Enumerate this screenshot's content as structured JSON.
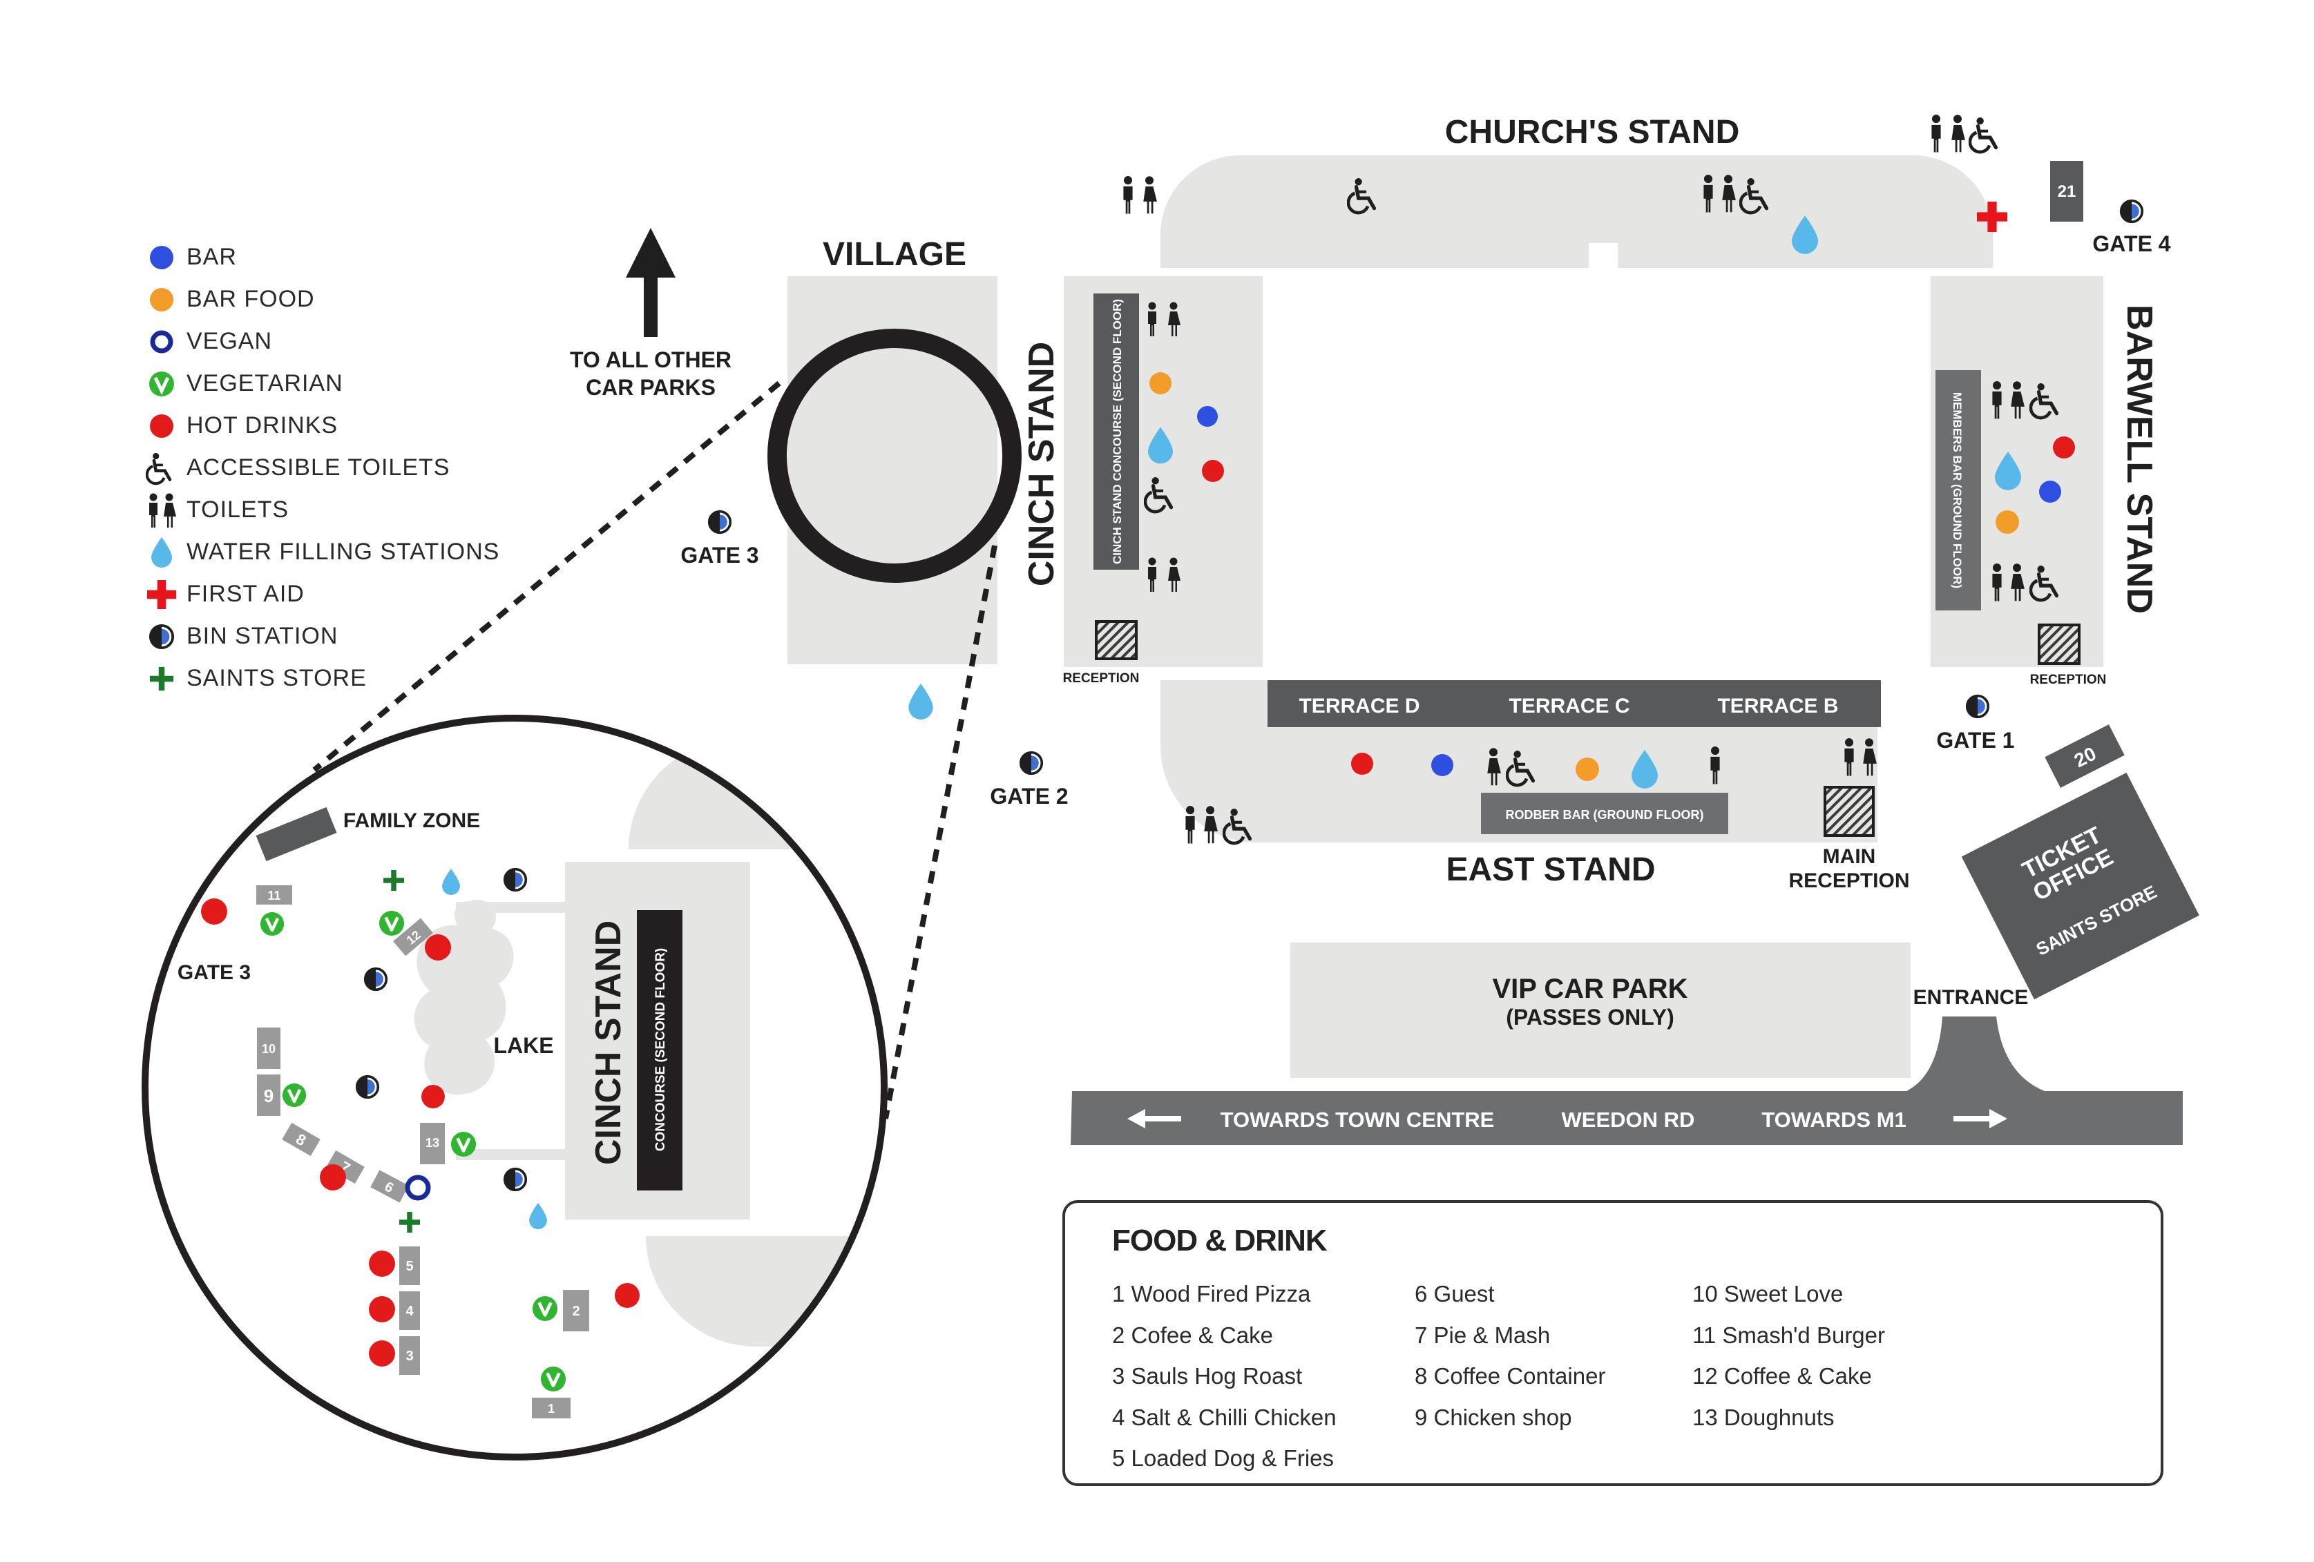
{
  "colors": {
    "bar": "#2f4fe0",
    "bar_food": "#f39c2a",
    "vegan_ring": "#1a2a9a",
    "vegetarian": "#2fb52f",
    "hot_drinks": "#e21a1a",
    "water": "#58b8ea",
    "first_aid": "#e8141c",
    "saints_store": "#1d7a2a",
    "stand_grey": "#e5e5e4",
    "dark_grey": "#58595b",
    "road_grey": "#6d6e6f"
  },
  "legend": [
    {
      "icon": "bar-dot",
      "label": "BAR"
    },
    {
      "icon": "bar-food-dot",
      "label": "BAR FOOD"
    },
    {
      "icon": "vegan-ring",
      "label": "VEGAN"
    },
    {
      "icon": "vegetarian-v",
      "label": "VEGETARIAN"
    },
    {
      "icon": "hot-drinks-dot",
      "label": "HOT DRINKS"
    },
    {
      "icon": "accessible-toilet-icon",
      "label": "ACCESSIBLE TOILETS"
    },
    {
      "icon": "toilets-icon",
      "label": "TOILETS"
    },
    {
      "icon": "water-drop-icon",
      "label": "WATER FILLING STATIONS"
    },
    {
      "icon": "first-aid-cross-icon",
      "label": "FIRST AID"
    },
    {
      "icon": "bin-station-icon",
      "label": "BIN STATION"
    },
    {
      "icon": "saints-store-icon",
      "label": "SAINTS STORE"
    }
  ],
  "map": {
    "churchs_stand": "CHURCH'S STAND",
    "cinch_stand": "CINCH STAND",
    "cinch_concourse": "CINCH STAND CONCOURSE (SECOND FLOOR)",
    "barwell_stand": "BARWELL STAND",
    "members_bar": "MEMBERS BAR (GROUND FLOOR)",
    "east_stand": "EAST STAND",
    "terrace_d": "TERRACE D",
    "terrace_c": "TERRACE C",
    "terrace_b": "TERRACE B",
    "rodber_bar": "RODBER BAR (GROUND FLOOR)",
    "village": "VILLAGE",
    "to_car_parks_1": "TO ALL OTHER",
    "to_car_parks_2": "CAR PARKS",
    "gate_1": "GATE 1",
    "gate_2": "GATE 2",
    "gate_3": "GATE 3",
    "gate_4": "GATE 4",
    "reception_left": "RECEPTION",
    "reception_right": "RECEPTION",
    "main_reception_1": "MAIN",
    "main_reception_2": "RECEPTION",
    "box_21": "21",
    "box_20": "20",
    "ticket_office_1": "TICKET",
    "ticket_office_2": "OFFICE",
    "ticket_saints_store": "SAINTS STORE",
    "vip_car_park": "VIP CAR PARK",
    "vip_passes": "(PASSES ONLY)",
    "entrance": "ENTRANCE",
    "towards_town": "TOWARDS TOWN CENTRE",
    "weedon_rd": "WEEDON RD",
    "towards_m1": "TOWARDS M1"
  },
  "inset": {
    "family_zone": "FAMILY ZONE",
    "gate_3": "GATE 3",
    "lake": "LAKE",
    "cinch_stand": "CINCH STAND",
    "concourse": "CONCOURSE (SECOND FLOOR)",
    "stall_1": "1",
    "stall_2": "2",
    "stall_3": "3",
    "stall_4": "4",
    "stall_5": "5",
    "stall_6": "6",
    "stall_7": "7",
    "stall_8": "8",
    "stall_9": "9",
    "stall_10": "10",
    "stall_11": "11",
    "stall_12": "12",
    "stall_13": "13",
    "veg_mark": "V"
  },
  "food_drink": {
    "title": "FOOD & DRINK",
    "col1": [
      "1  Wood Fired Pizza",
      "2 Cofee & Cake",
      "3 Sauls Hog Roast",
      "4 Salt & Chilli Chicken",
      "5 Loaded Dog & Fries"
    ],
    "col2": [
      "6 Guest",
      "7 Pie & Mash",
      "8 Coffee Container",
      "9 Chicken shop"
    ],
    "col3": [
      "10 Sweet Love",
      "11 Smash'd Burger",
      "12 Coffee & Cake",
      "13 Doughnuts"
    ]
  }
}
